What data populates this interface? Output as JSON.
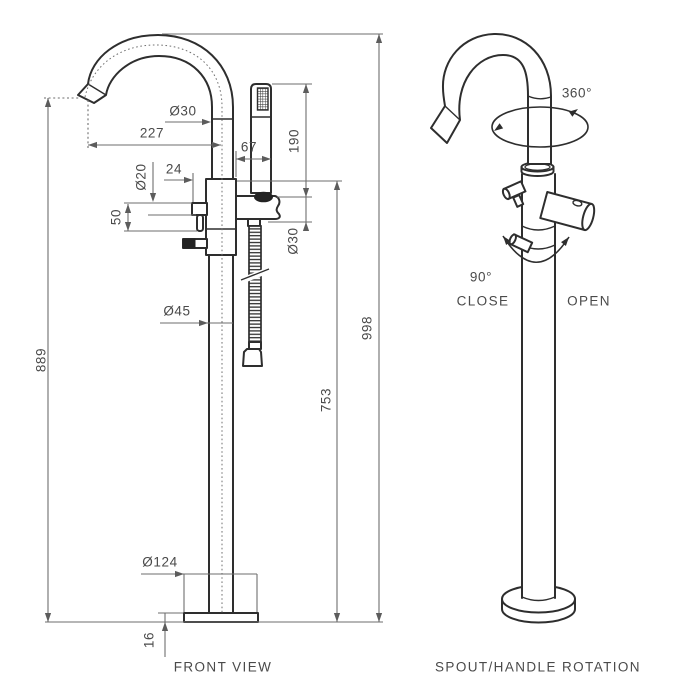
{
  "front_view": {
    "title": "FRONT VIEW",
    "dims": {
      "spout_diameter": "Ø30",
      "spout_reach": "227",
      "handshower_offset": "67",
      "handshower_length": "190",
      "handle_offset": "24",
      "handle_diameter": "Ø20",
      "handle_height": "50",
      "outlet_diameter": "Ø30",
      "column_diameter": "Ø45",
      "spout_outlet_height": "889",
      "hose_connection_height": "753",
      "overall_height": "998",
      "base_diameter": "Ø124",
      "base_thickness": "16"
    }
  },
  "rotation_view": {
    "title": "SPOUT/HANDLE ROTATION",
    "spout_rotation_angle": "360°",
    "handle_rotation_angle": "90°",
    "handle_close_label": "CLOSE",
    "handle_open_label": "OPEN"
  },
  "colors": {
    "background": "#ffffff",
    "object_line": "#2e2e2e",
    "dimension_line": "#6e6e6e",
    "text": "#4a4a4a"
  }
}
